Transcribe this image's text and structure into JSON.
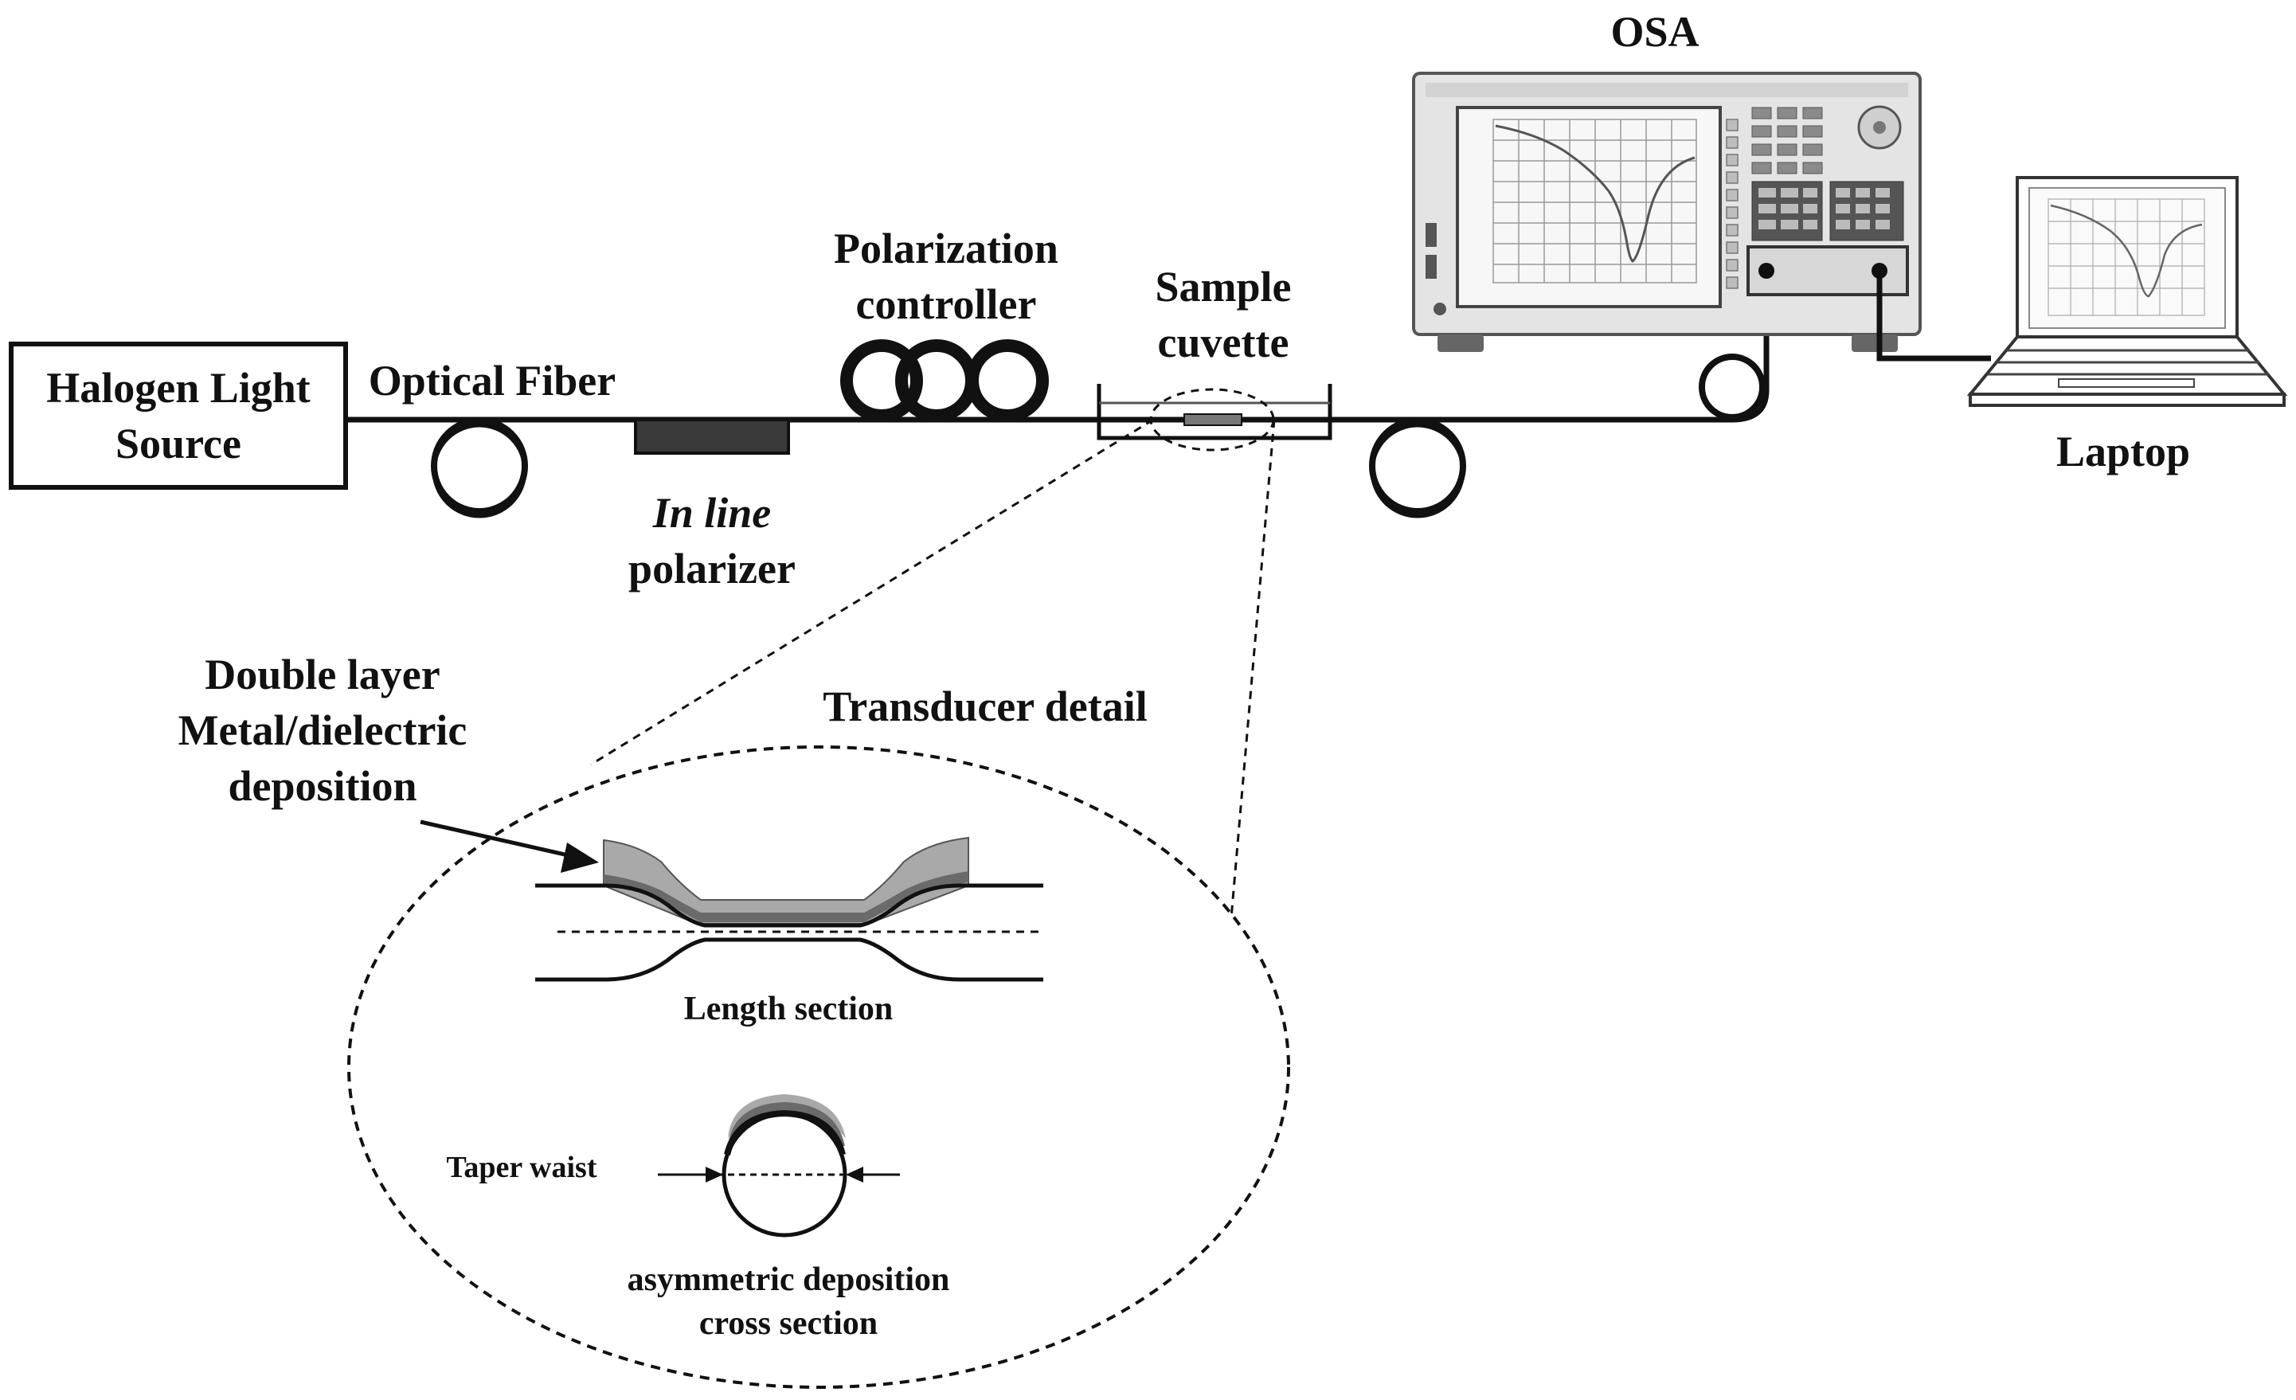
{
  "labels": {
    "source_line1": "Halogen Light",
    "source_line2": "Source",
    "optical_fiber": "Optical Fiber",
    "polarizer_line1": "In line",
    "polarizer_line2": "polarizer",
    "polcontroller_line1": "Polarization",
    "polcontroller_line2": "controller",
    "cuvette_line1": "Sample",
    "cuvette_line2": "cuvette",
    "osa": "OSA",
    "laptop": "Laptop",
    "transducer_detail": "Transducer detail",
    "deposition_line1": "Double layer",
    "deposition_line2": "Metal/dielectric",
    "deposition_line3": "deposition",
    "length_section": "Length section",
    "taper_waist": "Taper waist",
    "cross_section_line1": "asymmetric deposition",
    "cross_section_line2": "cross section"
  },
  "colors": {
    "line": "#111111",
    "coating_light": "#a9a9a9",
    "coating_dark": "#6a6a6a",
    "polarizer": "#3a3a3a",
    "instrument_body": "#e4e4e4",
    "screen": "#f7f7f7"
  }
}
